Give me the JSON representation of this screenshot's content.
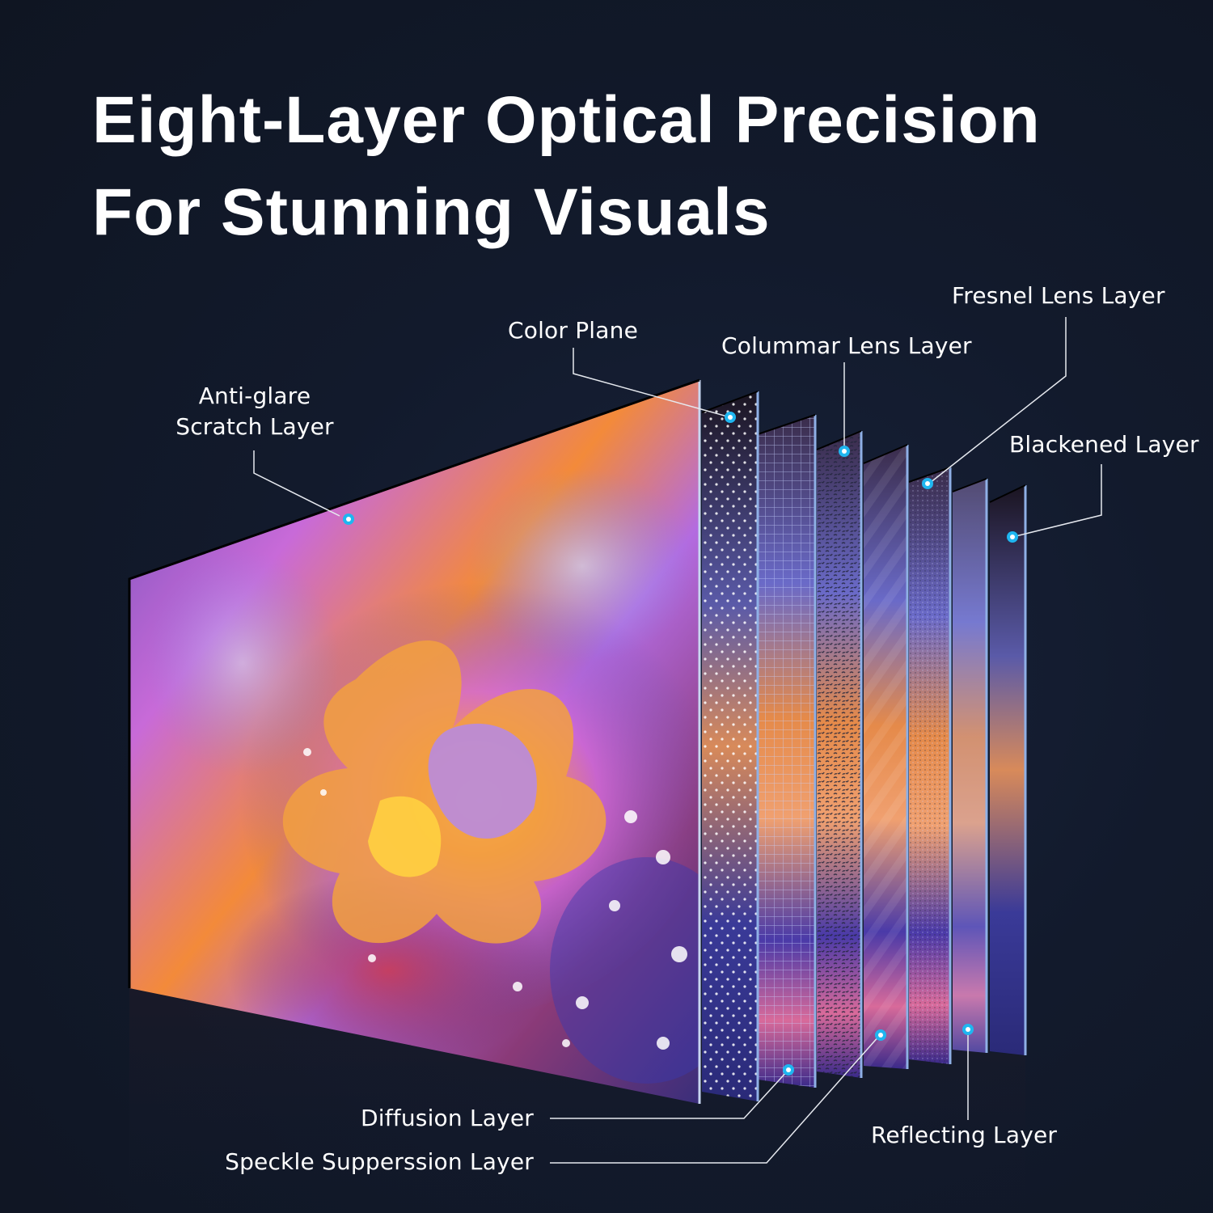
{
  "headline": {
    "line1": "Eight-Layer Optical Precision",
    "line2": "For Stunning Visuals"
  },
  "colors": {
    "background": "#121a2c",
    "text": "#ffffff",
    "marker": "#1fb6f0",
    "layer_edge": "#8fb0e6",
    "leader_line": "#e6e9ef"
  },
  "layers": [
    {
      "id": "anti-glare",
      "label_line1": "Anti-glare",
      "label_line2": "Scratch Layer",
      "marker": "cyan-dot"
    },
    {
      "id": "color-plane",
      "label": "Color Plane",
      "marker": "cyan-dot"
    },
    {
      "id": "diffusion",
      "label": "Diffusion Layer",
      "marker": "cyan-dot"
    },
    {
      "id": "columnar-lens",
      "label": "Colummar Lens Layer",
      "marker": "cyan-dot"
    },
    {
      "id": "speckle",
      "label": "Speckle Supperssion Layer",
      "marker": "cyan-dot"
    },
    {
      "id": "fresnel",
      "label": "Fresnel Lens Layer",
      "marker": "cyan-dot"
    },
    {
      "id": "reflecting",
      "label": "Reflecting Layer",
      "marker": "cyan-dot"
    },
    {
      "id": "blackened",
      "label": "Blackened Layer",
      "marker": "cyan-dot"
    }
  ]
}
